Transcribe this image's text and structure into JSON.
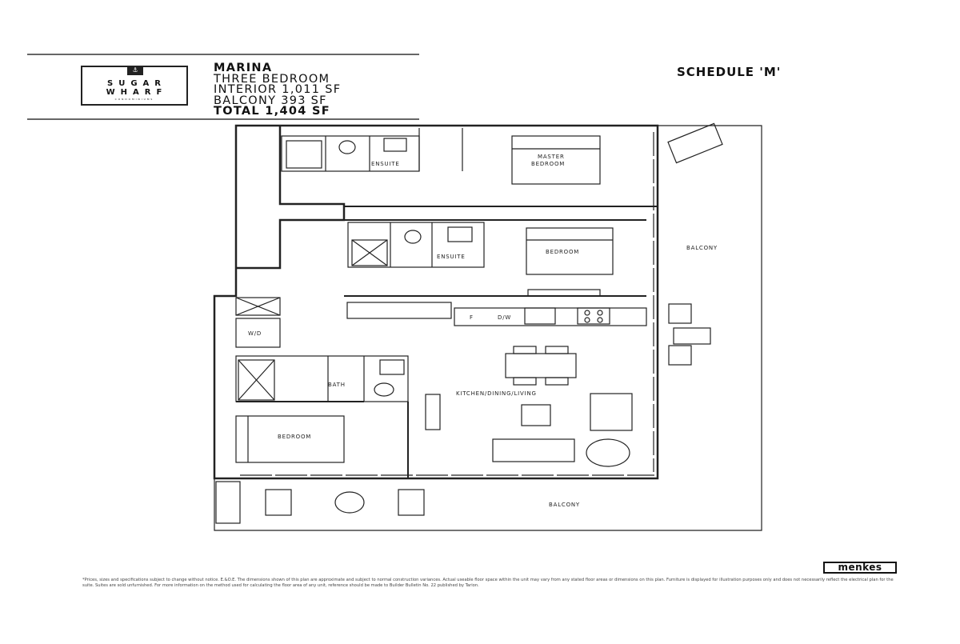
{
  "header": {
    "logo": {
      "line1": "SUGAR",
      "line2": "WHARF",
      "line3": "CONDOMINIUMS",
      "icon": "anchor-icon"
    },
    "unit_name": "MARINA",
    "unit_type": "THREE BEDROOM",
    "interior": "INTERIOR 1,011 SF",
    "balcony": "BALCONY 393 SF",
    "total": "TOTAL 1,404 SF",
    "schedule": "SCHEDULE 'M'"
  },
  "plan": {
    "labels": {
      "master_bedroom_1": "MASTER",
      "master_bedroom_2": "BEDROOM",
      "ensuite_1": "ENSUITE",
      "ensuite_2": "ENSUITE",
      "bedroom_2": "BEDROOM",
      "balcony_east": "BALCONY",
      "fridge": "F",
      "dishwasher": "D/W",
      "washer_dryer": "W/D",
      "bath": "BATH",
      "kitchen": "KITCHEN/DINING/LIVING",
      "bedroom_3": "BEDROOM",
      "balcony_south": "BALCONY"
    }
  },
  "footer": {
    "brand": "menkes",
    "disclaimer": "*Prices, sizes and specifications subject to change without notice. E.&O.E. The dimensions shown of this plan are approximate and subject to normal construction variances. Actual useable floor space within the unit may vary from any stated floor areas or dimensions on this plan. Furniture is displayed for illustration purposes only and does not necessarily reflect the electrical plan for the suite. Suites are sold unfurnished. For more information on the method used for calculating the floor area of any unit, reference should be made to Builder Bulletin No. 22 published by Tarion."
  }
}
